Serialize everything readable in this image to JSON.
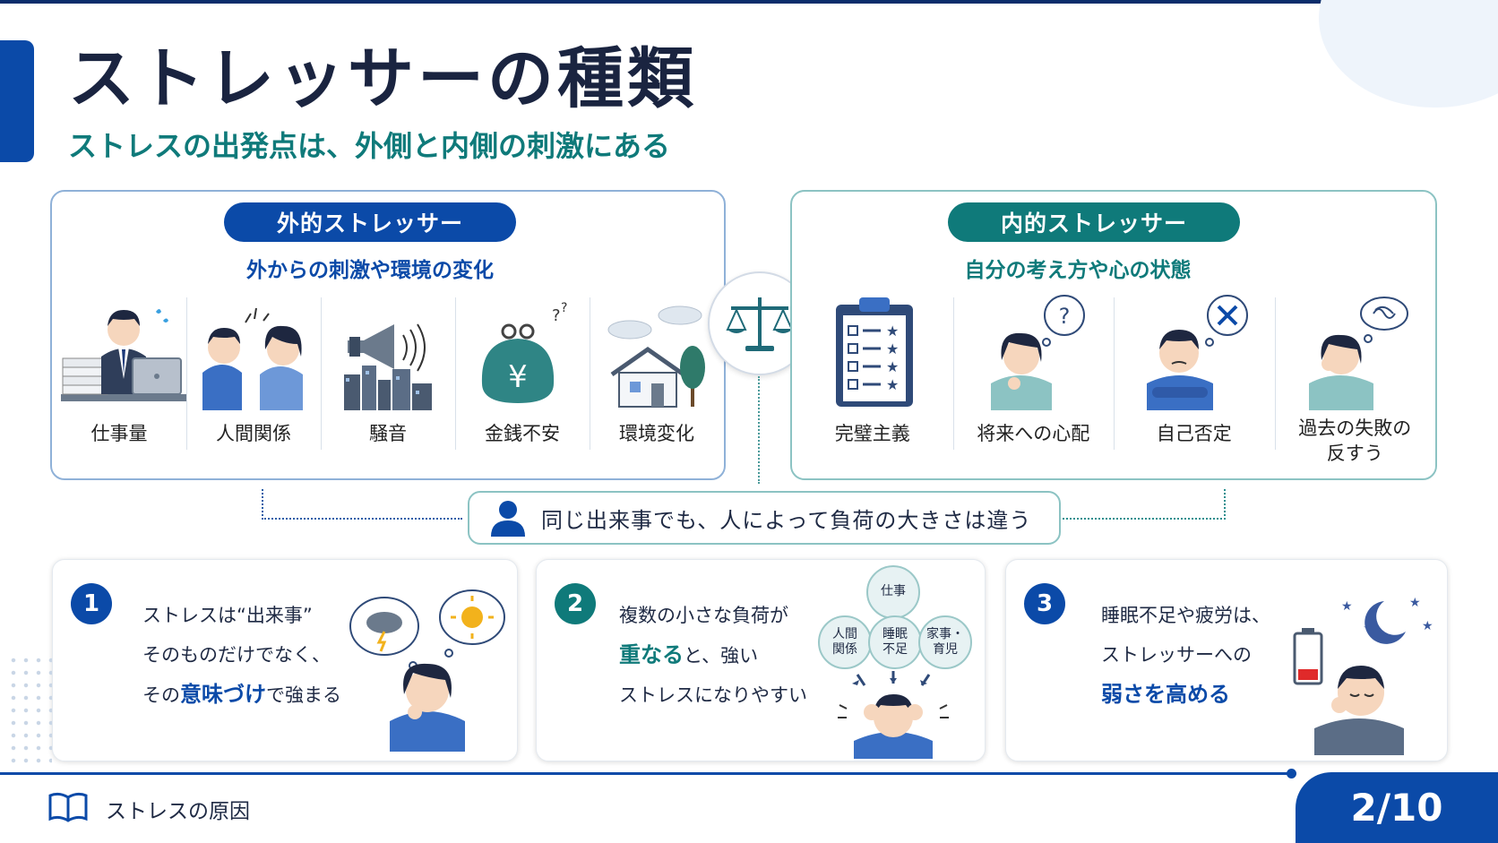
{
  "header": {
    "title": "ストレッサーの種類",
    "subtitle": "ストレスの出発点は、外側と内側の刺激にある"
  },
  "external": {
    "pill": "外的ストレッサー",
    "subtitle": "外からの刺激や環境の変化",
    "items": [
      {
        "label": "仕事量",
        "icon": "workload-icon"
      },
      {
        "label": "人間関係",
        "icon": "relationship-icon"
      },
      {
        "label": "騒音",
        "icon": "megaphone-icon"
      },
      {
        "label": "金銭不安",
        "icon": "money-purse-icon"
      },
      {
        "label": "環境変化",
        "icon": "house-icon"
      }
    ]
  },
  "internal": {
    "pill": "内的ストレッサー",
    "subtitle": "自分の考え方や心の状態",
    "items": [
      {
        "label": "完璧主義",
        "icon": "checklist-icon"
      },
      {
        "label": "将来への心配",
        "icon": "worry-question-icon"
      },
      {
        "label": "自己否定",
        "icon": "self-denial-icon"
      },
      {
        "label": "過去の失敗の\n反すう",
        "icon": "rumination-icon"
      }
    ]
  },
  "note": "同じ出来事でも、人によって負荷の大きさは違う",
  "cards": [
    {
      "number": "1",
      "line1": "ストレスは“出来事”",
      "line2": "そのものだけでなく、",
      "line3_pre": "その",
      "line3_hl": "意味づけ",
      "line3_post": "で強まる"
    },
    {
      "number": "2",
      "line1": "複数の小さな負荷が",
      "line2_hl": "重なる",
      "line2_post": "と、強い",
      "line3": "ストレスになりやすい",
      "bubbles": [
        "仕事",
        "人間\n関係",
        "睡眠\n不足",
        "家事・\n育児"
      ]
    },
    {
      "number": "3",
      "line1": "睡眠不足や疲労は、",
      "line2": "ストレッサーへの",
      "line3_hl": "弱さを高める"
    }
  ],
  "footer": {
    "label": "ストレスの原因",
    "page": "2/10"
  },
  "colors": {
    "blue": "#0b4aa8",
    "teal": "#0f7a7a",
    "navy": "#0b2d6b"
  }
}
